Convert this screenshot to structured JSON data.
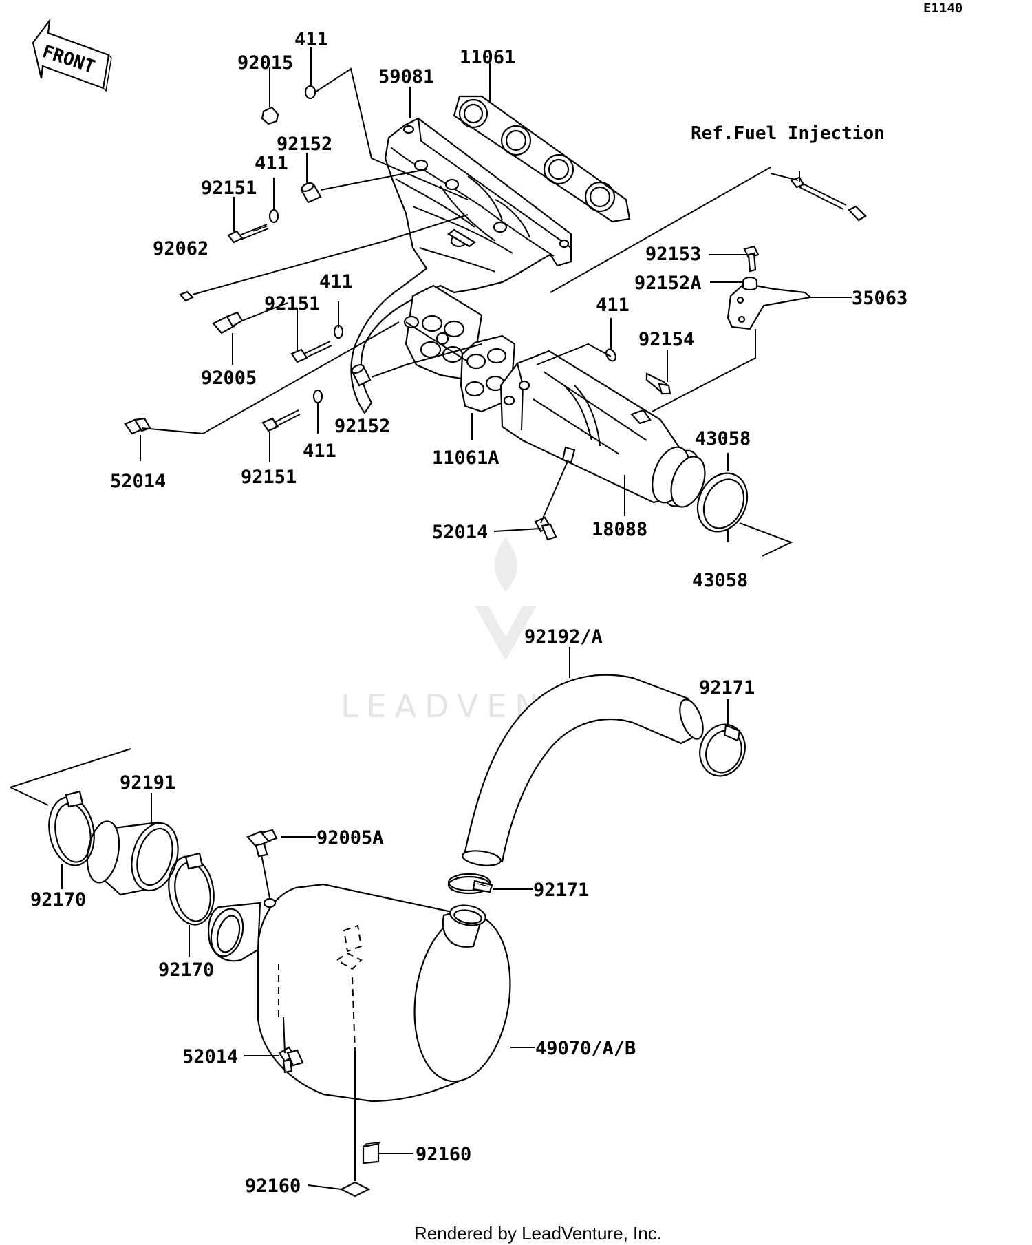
{
  "diagram": {
    "code": "E1140",
    "front_label": "FRONT",
    "ref_text": "Ref.Fuel Injection",
    "footer": "Rendered by LeadVenture, Inc.",
    "watermark": "LEADVENTURE",
    "labels": {
      "p411_a": "411",
      "p92015": "92015",
      "p59081": "59081",
      "p11061": "11061",
      "p92152_a": "92152",
      "p411_b": "411",
      "p92151_a": "92151",
      "p92062": "92062",
      "p411_c": "411",
      "p92151_b": "92151",
      "p92005": "92005",
      "p92153": "92153",
      "p92152A": "92152A",
      "p35063": "35063",
      "p411_d": "411",
      "p92154": "92154",
      "p92152_b": "92152",
      "p411_e": "411",
      "p92151_c": "92151",
      "p52014_a": "52014",
      "p11061A": "11061A",
      "p43058_a": "43058",
      "p52014_b": "52014",
      "p18088": "18088",
      "p43058_b": "43058",
      "p92192A": "92192/A",
      "p92171_a": "92171",
      "p92191": "92191",
      "p92005A": "92005A",
      "p92170_a": "92170",
      "p92171_b": "92171",
      "p92170_b": "92170",
      "p52014_c": "52014",
      "p49070": "49070/A/B",
      "p92160_a": "92160",
      "p92160_b": "92160"
    }
  }
}
